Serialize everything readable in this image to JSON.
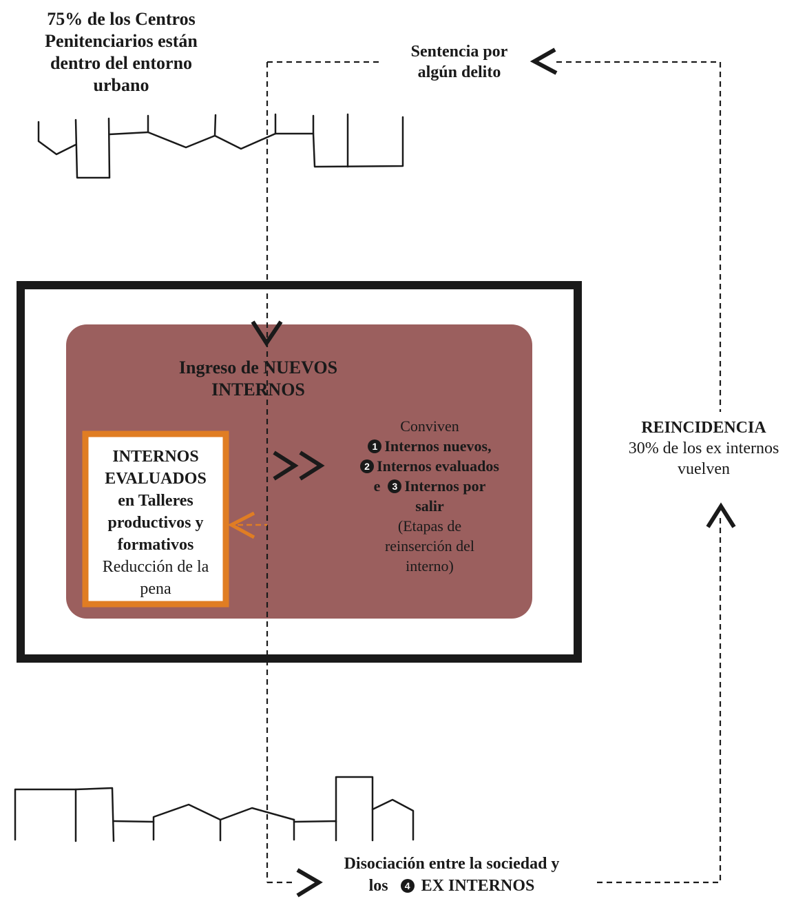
{
  "top_note": {
    "line1": "75% de los Centros",
    "line2": "Penitenciarios están",
    "line3": "dentro del entorno",
    "line4": "urbano"
  },
  "sentencia": {
    "line1": "Sentencia por",
    "line2": "algún delito"
  },
  "ingreso": {
    "line1": "Ingreso de NUEVOS",
    "line2": "INTERNOS"
  },
  "evaluados": {
    "line1": "INTERNOS",
    "line2": "EVALUADOS",
    "line3": "en Talleres",
    "line4": "productivos y",
    "line5": "formativos",
    "line6": "Reducción de la",
    "line7": "pena"
  },
  "conviven": {
    "title": "Conviven",
    "item1_num": "1",
    "item1": "Internos nuevos,",
    "item2_num": "2",
    "item2": "Internos evaluados",
    "item3_prefix": "e",
    "item3_num": "3",
    "item3": "Internos por",
    "item3b": "salir",
    "note1": "(Etapas de",
    "note2": "reinserción del",
    "note3": "interno)"
  },
  "reincidencia": {
    "title": "REINCIDENCIA",
    "line1": "30% de los ex internos",
    "line2": "vuelven"
  },
  "disociacion": {
    "line1": "Disociación entre la sociedad y",
    "line2_prefix": "los",
    "line2_num": "4",
    "line2": "EX INTERNOS"
  },
  "colors": {
    "maroon": "#9b5f5e",
    "orange": "#e07d23",
    "dark": "#1a1a1a"
  }
}
